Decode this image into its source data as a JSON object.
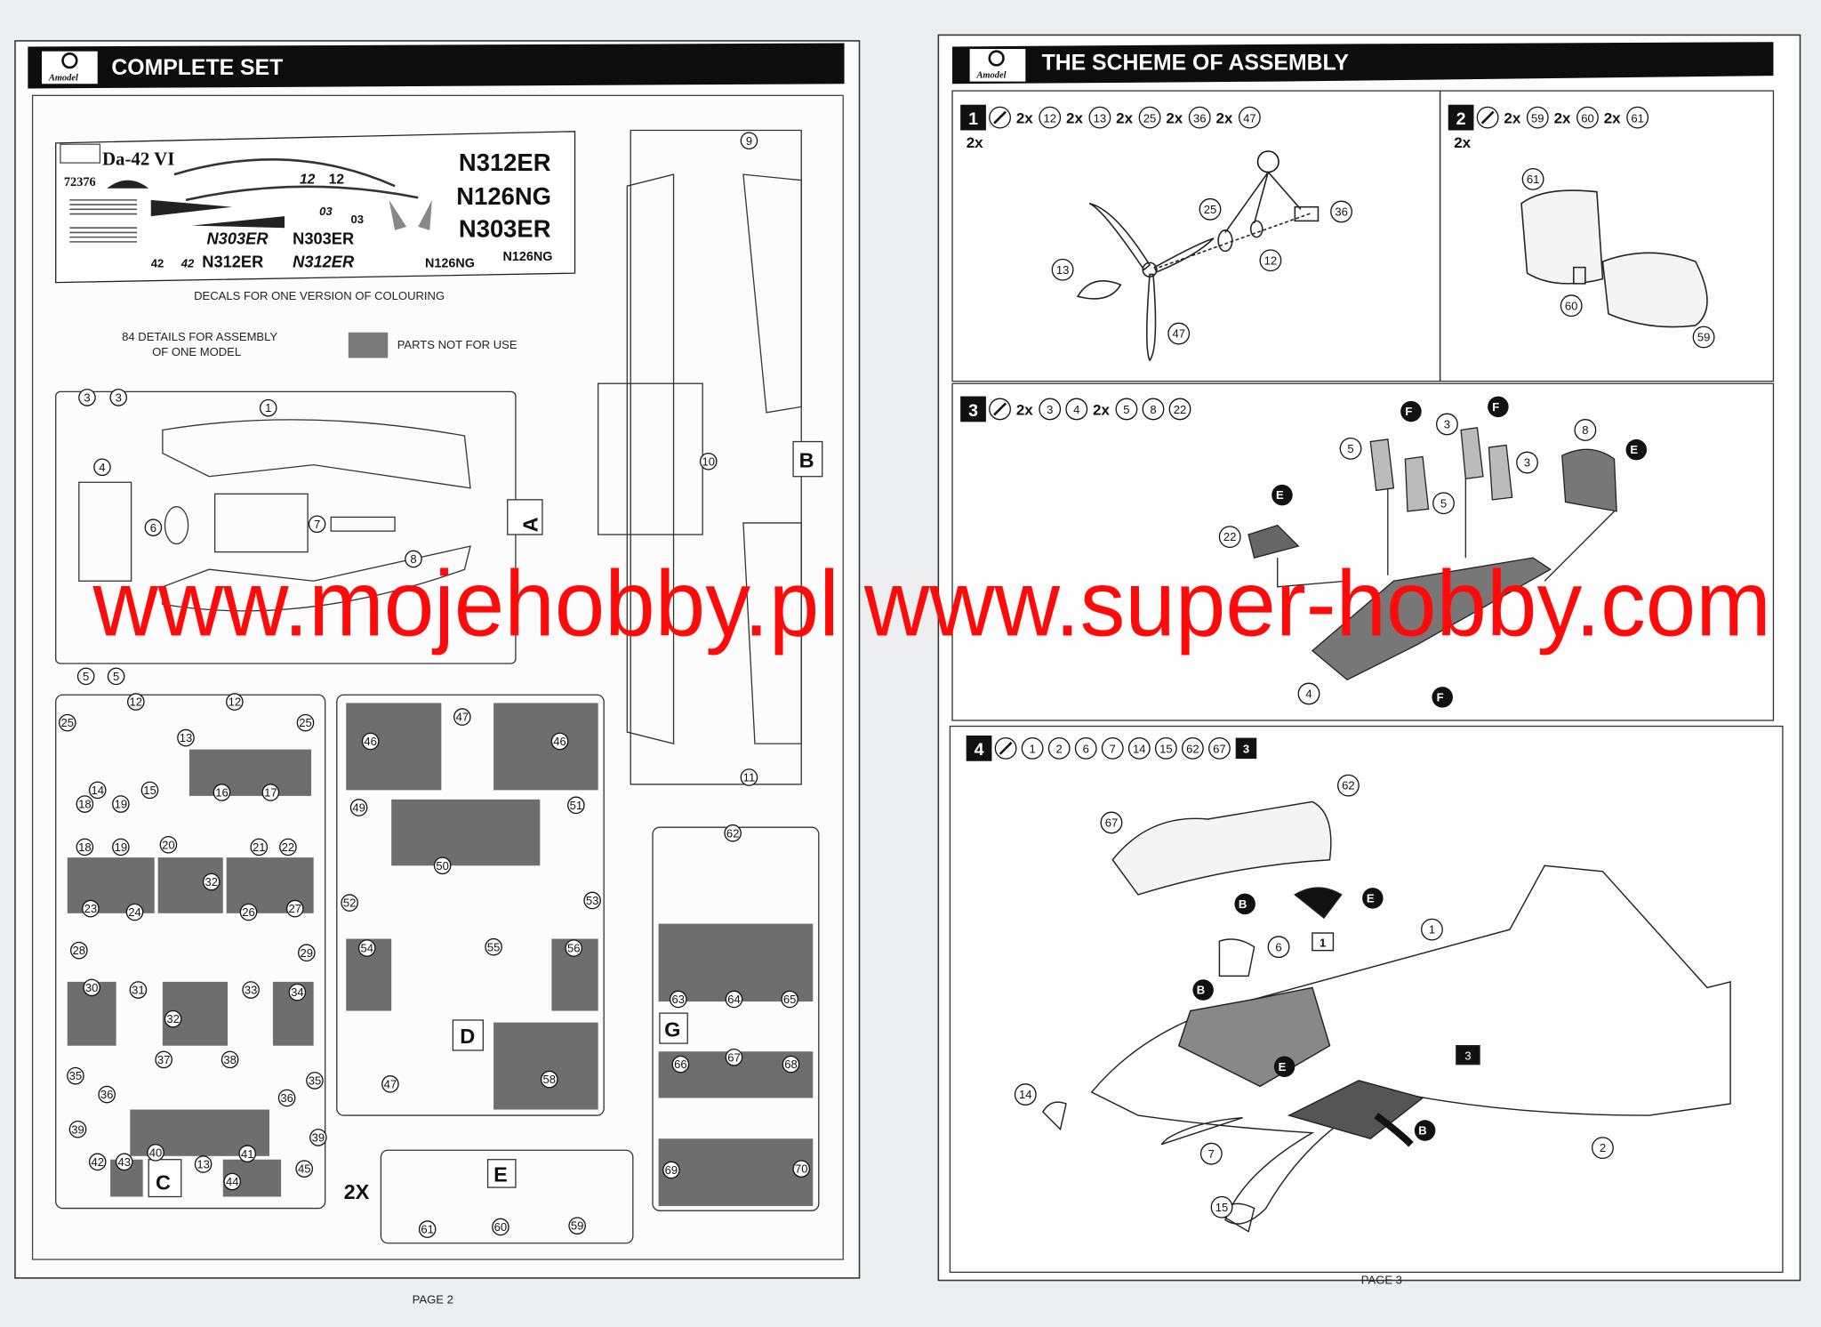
{
  "left_page": {
    "header": "COMPLETE SET",
    "logo_text": "Amodel",
    "decal_sheet": {
      "title": "Da-42 VI",
      "kit_number": "72376",
      "registrations_big": [
        "N312ER",
        "N126NG",
        "N303ER"
      ],
      "registrations_row1": [
        "N303ER",
        "N303ER"
      ],
      "registrations_row2": [
        "N312ER",
        "N312ER"
      ],
      "registrations_small": [
        "N126NG",
        "N126NG"
      ],
      "codes": [
        "12",
        "12",
        "03",
        "03",
        "42",
        "42"
      ]
    },
    "decals_caption": "DECALS FOR ONE VERSION OF COLOURING",
    "details_caption_line1": "84 DETAILS FOR ASSEMBLY",
    "details_caption_line2": "OF ONE MODEL",
    "legend_not_for_use": "PARTS NOT FOR USE",
    "sprue_letters": [
      "A",
      "B",
      "C",
      "D",
      "E",
      "G"
    ],
    "multiplier_e": "2X",
    "sprue_a_parts": [
      "3",
      "3",
      "1",
      "4",
      "6",
      "7",
      "8",
      "5",
      "5"
    ],
    "sprue_b_parts": [
      "9",
      "10",
      "11"
    ],
    "sprue_c_parts": [
      "25",
      "12",
      "12",
      "13",
      "25",
      "14",
      "15",
      "16",
      "17",
      "18",
      "19",
      "18",
      "19",
      "20",
      "21",
      "22",
      "23",
      "24",
      "32",
      "26",
      "27",
      "28",
      "29",
      "30",
      "31",
      "33",
      "34",
      "32",
      "35",
      "36",
      "37",
      "38",
      "36",
      "35",
      "39",
      "40",
      "41",
      "39",
      "42",
      "43",
      "13",
      "44",
      "45"
    ],
    "sprue_d_parts": [
      "46",
      "47",
      "46",
      "49",
      "51",
      "50",
      "52",
      "53",
      "54",
      "55",
      "56",
      "47",
      "58"
    ],
    "sprue_g_parts": [
      "62",
      "63",
      "64",
      "65",
      "66",
      "67",
      "68",
      "69",
      "70"
    ],
    "sprue_e_parts": [
      "61",
      "60",
      "59"
    ],
    "page_label": "PAGE 2"
  },
  "right_page": {
    "header": "THE SCHEME OF ASSEMBLY",
    "logo_text": "Amodel",
    "steps": [
      {
        "number": "1",
        "quantity_note": "2x",
        "parts": [
          {
            "q": "2x",
            "n": "12"
          },
          {
            "q": "2x",
            "n": "13"
          },
          {
            "q": "2x",
            "n": "25"
          },
          {
            "q": "2x",
            "n": "36"
          },
          {
            "q": "2x",
            "n": "47"
          }
        ],
        "callouts": [
          "25",
          "36",
          "12",
          "13",
          "47"
        ]
      },
      {
        "number": "2",
        "quantity_note": "2x",
        "parts": [
          {
            "q": "2x",
            "n": "59"
          },
          {
            "q": "2x",
            "n": "60"
          },
          {
            "q": "2x",
            "n": "61"
          }
        ],
        "callouts": [
          "61",
          "60",
          "59"
        ]
      },
      {
        "number": "3",
        "parts": [
          {
            "q": "2x",
            "n": "3"
          },
          {
            "q": "",
            "n": "4"
          },
          {
            "q": "2x",
            "n": "5"
          },
          {
            "q": "",
            "n": "8"
          },
          {
            "q": "",
            "n": "22"
          }
        ],
        "callouts": [
          "5",
          "3",
          "3",
          "5",
          "8",
          "22",
          "4"
        ]
      },
      {
        "number": "4",
        "parts": [
          {
            "q": "",
            "n": "1"
          },
          {
            "q": "",
            "n": "2"
          },
          {
            "q": "",
            "n": "6"
          },
          {
            "q": "",
            "n": "7"
          },
          {
            "q": "",
            "n": "14"
          },
          {
            "q": "",
            "n": "15"
          },
          {
            "q": "",
            "n": "62"
          },
          {
            "q": "",
            "n": "67"
          }
        ],
        "step_ref": "3",
        "callouts": [
          "67",
          "62",
          "6",
          "1",
          "14",
          "7",
          "15",
          "2"
        ],
        "boxed_refs": [
          "1",
          "3"
        ]
      }
    ],
    "paint_codes": [
      "E",
      "F",
      "B"
    ],
    "page_label": "PAGE 3"
  },
  "watermark": "www.mojehobby.pl www.super-hobby.com",
  "colors": {
    "ink": "#111111",
    "not_for_use_gray": "#6e6e6e",
    "watermark_red": "#ff0a0a",
    "paper": "#fbfbfb"
  }
}
